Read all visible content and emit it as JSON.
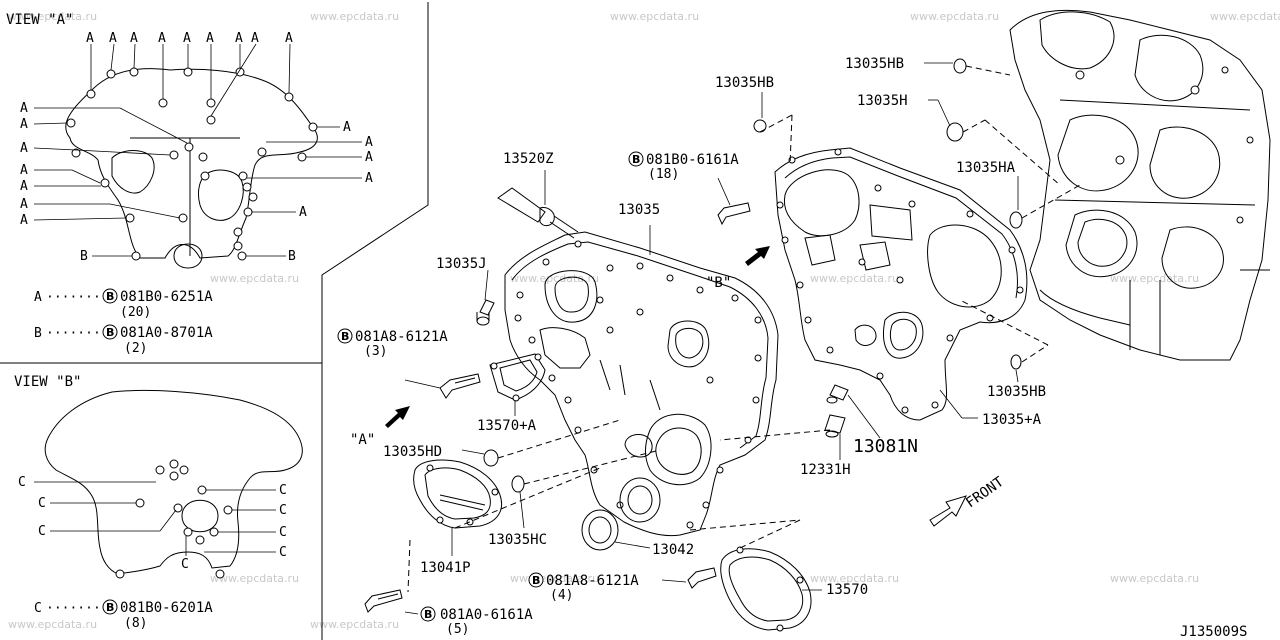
{
  "watermark": "www.epcdata.ru",
  "diagram_id": "J135009S",
  "view_a": {
    "title": "VIEW \"A\"",
    "legend": [
      {
        "letter": "A",
        "dots": "·······",
        "badge": "B",
        "part": "081B0-6251A",
        "qty": "(20)"
      },
      {
        "letter": "B",
        "dots": "·······",
        "badge": "B",
        "part": "081A0-8701A",
        "qty": "(2)"
      }
    ],
    "label_a": "A",
    "label_b": "B"
  },
  "view_b": {
    "title": "VIEW \"B\"",
    "legend": [
      {
        "letter": "C",
        "dots": "·······",
        "badge": "B",
        "part": "081B0-6201A",
        "qty": "(8)"
      }
    ],
    "label_c": "C"
  },
  "callouts": {
    "p13520z": "13520Z",
    "p13035": "13035",
    "p13035j": "13035J",
    "p13035hb_top": "13035HB",
    "p13035h": "13035H",
    "p13035ha": "13035HA",
    "p13035hb_low": "13035HB",
    "p13035hb_mid": "13035HB",
    "p13035a": "13035+A",
    "p13081n": "13081N",
    "p12331h": "12331H",
    "p13570a": "13570+A",
    "p13035hd": "13035HD",
    "p13035hc": "13035HC",
    "p13042": "13042",
    "p13041p": "13041P",
    "p13570": "13570"
  },
  "bolts": [
    {
      "id": "b1",
      "badge": "B",
      "part": "081B0-6161A",
      "qty": "(18)"
    },
    {
      "id": "b2",
      "badge": "B",
      "part": "081A8-6121A",
      "qty": "(3)"
    },
    {
      "id": "b3",
      "badge": "B",
      "part": "081A8-6121A",
      "qty": "(4)"
    },
    {
      "id": "b4",
      "badge": "B",
      "part": "081A0-6161A",
      "qty": "(5)"
    }
  ],
  "arrows": {
    "view_a_marker": "\"A\"",
    "view_b_marker": "\"B\"",
    "front": "FRONT"
  }
}
